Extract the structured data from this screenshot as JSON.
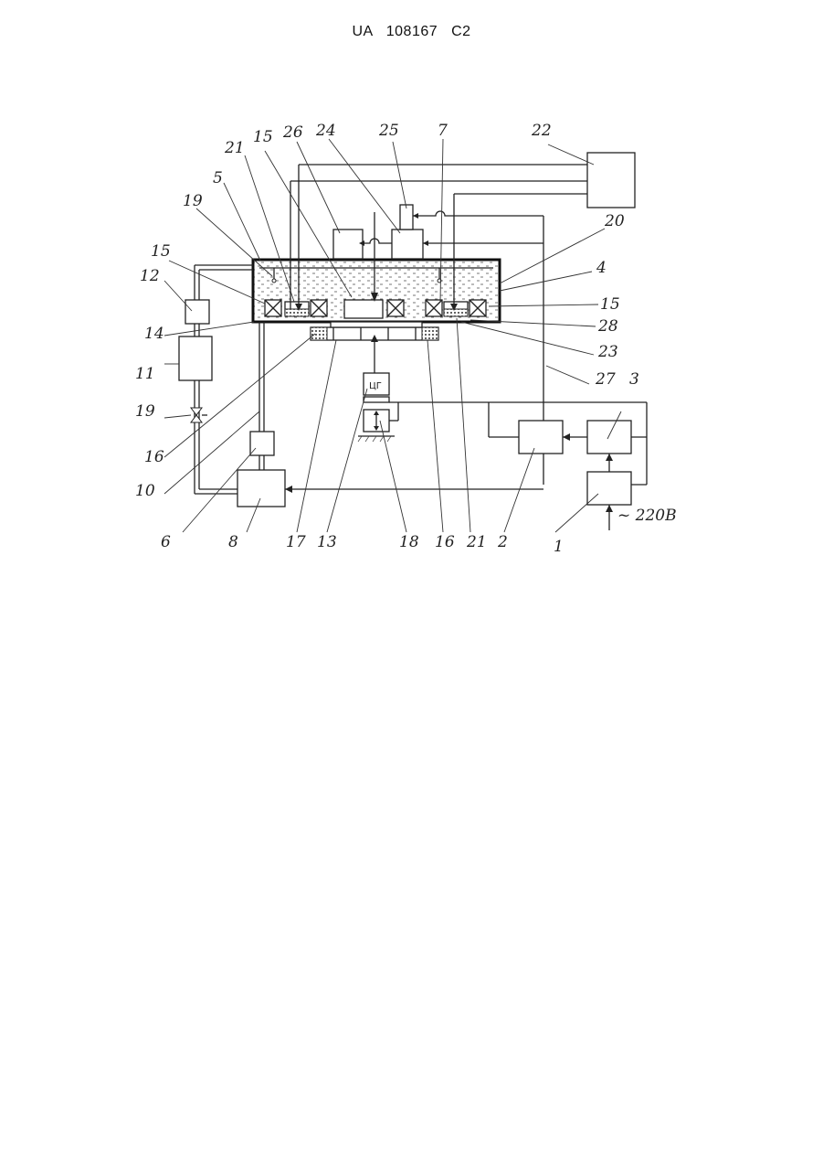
{
  "header": {
    "doc_id": "UA   108167   C2"
  },
  "diagram": {
    "labels": {
      "l1": "1",
      "l2": "2",
      "l3": "3",
      "l4": "4",
      "l5": "5",
      "l6": "6",
      "l7": "7",
      "l8": "8",
      "l10": "10",
      "l11": "11",
      "l12": "12",
      "l13": "13",
      "l14": "14",
      "l15a": "15",
      "l15b": "15",
      "l15c": "15",
      "l16a": "16",
      "l16b": "16",
      "l17": "17",
      "l18": "18",
      "l19a": "19",
      "l19b": "19",
      "l20": "20",
      "l21a": "21",
      "l21b": "21",
      "l22": "22",
      "l23": "23",
      "l24": "24",
      "l25": "25",
      "l26": "26",
      "l27": "27",
      "l28": "28",
      "supply": "~ 220В"
    }
  }
}
